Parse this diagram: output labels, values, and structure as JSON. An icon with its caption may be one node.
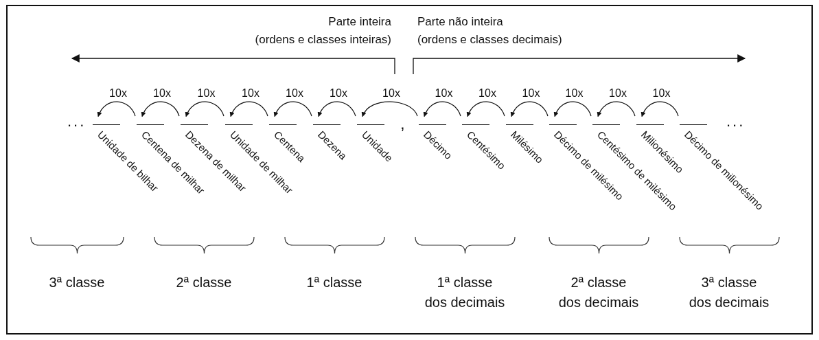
{
  "diagram": {
    "nodes": [
      {
        "text": [
          "Unidade de bilhar"
        ]
      },
      {
        "text": [
          "Centena de milhar"
        ]
      },
      {
        "text": [
          "Dezena de milhar"
        ]
      },
      {
        "text": [
          "Unidade de milhar"
        ]
      },
      {
        "text": [
          "Centena"
        ]
      },
      {
        "text": [
          "Dezena"
        ]
      },
      {
        "text": [
          "Unidade"
        ]
      },
      {
        "text": [
          "Décimo"
        ]
      },
      {
        "text": [
          "Centésimo"
        ]
      },
      {
        "text": [
          "Milésimo"
        ]
      },
      {
        "text": [
          "Décimo de milésimo"
        ]
      },
      {
        "text": [
          "Centésimo de milésimo"
        ]
      },
      {
        "text": [
          "Milionésimo"
        ]
      },
      {
        "text": [
          "Décimo de milionésimo"
        ]
      }
    ],
    "edges": [
      {
        "from": 1,
        "to": 0,
        "arrow": "to",
        "label": "10x"
      },
      {
        "from": 2,
        "to": 1,
        "arrow": "to",
        "label": "10x"
      },
      {
        "from": 3,
        "to": 2,
        "arrow": "to",
        "label": "10x"
      },
      {
        "from": 4,
        "to": 3,
        "arrow": "to",
        "label": "10x"
      },
      {
        "from": 5,
        "to": 4,
        "arrow": "to",
        "label": "10x"
      },
      {
        "from": 6,
        "to": 5,
        "arrow": "to",
        "label": "10x"
      },
      {
        "from": 7,
        "to": 6,
        "arrow": "to",
        "label": "10x"
      },
      {
        "from": 8,
        "to": 7,
        "arrow": "to",
        "label": "10x"
      },
      {
        "from": 9,
        "to": 8,
        "arrow": "to",
        "label": "10x"
      },
      {
        "from": 10,
        "to": 9,
        "arrow": "to",
        "label": "10x"
      },
      {
        "from": 11,
        "to": 10,
        "arrow": "to",
        "label": "10x"
      },
      {
        "from": 12,
        "to": 11,
        "arrow": "to",
        "label": "10x"
      },
      {
        "from": 13,
        "to": 12,
        "arrow": "to",
        "label": "10x"
      }
    ],
    "labels": [
      "Parte inteira",
      "(ordens e classes inteiras)",
      "Parte não inteira",
      "(ordens e classes decimais)",
      "...",
      ",",
      "...",
      "3ª classe",
      "2ª classe",
      "1ª classe",
      "1ª classe dos decimais",
      "2ª classe dos decimais",
      "3ª classe dos decimais"
    ]
  }
}
